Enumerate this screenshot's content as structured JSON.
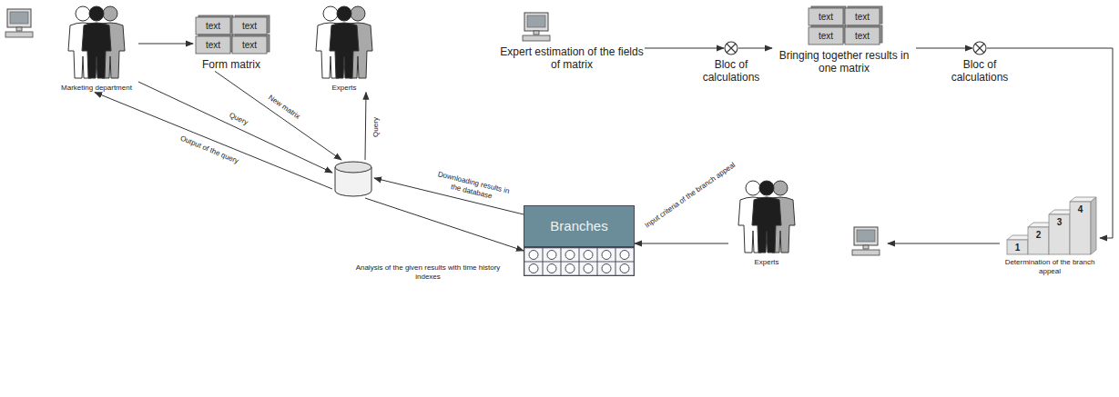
{
  "diagram": {
    "nodes": [
      {
        "text": [
          "Marketing department"
        ]
      },
      {
        "text": [
          "Form matrix"
        ]
      },
      {
        "text": [
          "Experts"
        ]
      },
      {
        "text": [
          "Expert estimation of the fields of matrix"
        ]
      },
      {
        "text": [
          "Bloc of calculations"
        ]
      },
      {
        "text": [
          "Bringing together results in one matrix"
        ]
      },
      {
        "text": [
          "Bloc of calculations"
        ]
      },
      {
        "text": [
          "Determination of the branch appeal"
        ]
      },
      {
        "text": [
          "Experts"
        ]
      },
      {
        "text": [
          "Branches"
        ]
      },
      {
        "text": []
      }
    ],
    "edges": [
      {
        "from": 0,
        "to": 1,
        "arrow": "to"
      },
      {
        "from": 1,
        "to": 10,
        "label": "New matrix",
        "arrow": "to"
      },
      {
        "from": 0,
        "to": 10,
        "label": "Query",
        "arrow": "to"
      },
      {
        "from": 10,
        "to": 0,
        "label": "Output of the query",
        "arrow": "to"
      },
      {
        "from": 10,
        "to": 2,
        "label": "Query",
        "arrow": "to"
      },
      {
        "from": 3,
        "to": 4,
        "arrow": "to"
      },
      {
        "from": 4,
        "to": 5,
        "arrow": "to"
      },
      {
        "from": 5,
        "to": 6,
        "arrow": "to"
      },
      {
        "from": 6,
        "to": 7,
        "arrow": "to"
      },
      {
        "from": 7,
        "to": 8,
        "arrow": "to"
      },
      {
        "from": 8,
        "to": 9,
        "label": "Input criteria of the branch appeal",
        "arrow": "to"
      },
      {
        "from": 9,
        "to": 10,
        "label": "Downloading results in the database",
        "arrow": "to"
      },
      {
        "from": 10,
        "to": 9,
        "label": "Analysis of the given results with time history indexes",
        "arrow": "to"
      }
    ],
    "labels": [
      "text",
      "text",
      "text",
      "text",
      "text",
      "text",
      "text",
      "text",
      "1",
      "2",
      "3",
      "4"
    ]
  }
}
